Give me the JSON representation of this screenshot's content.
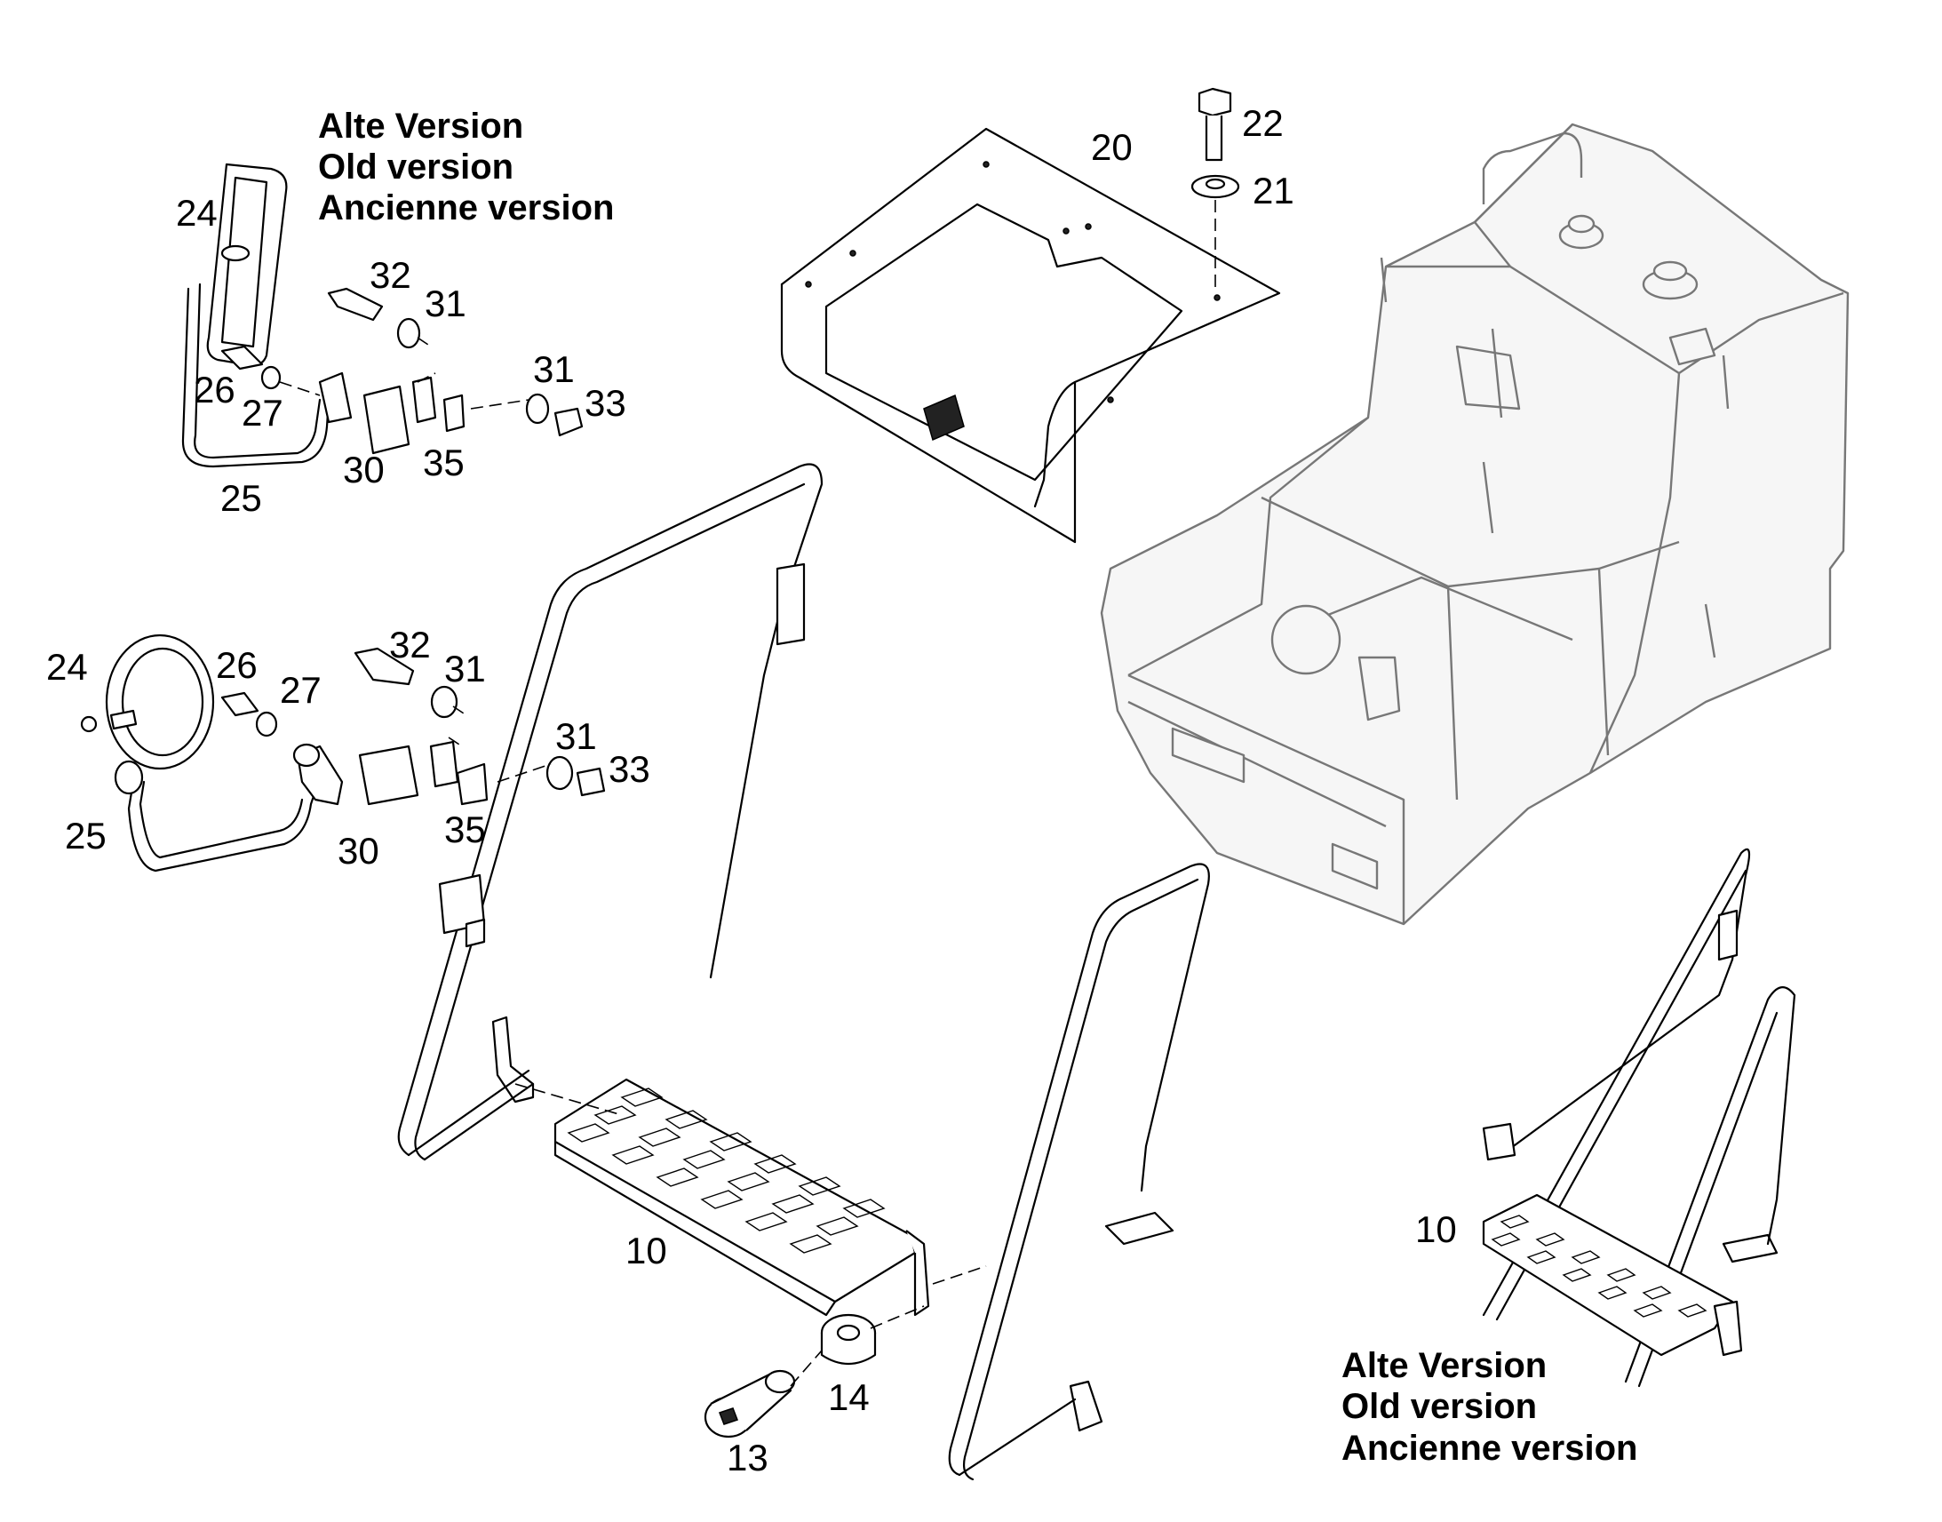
{
  "notes": {
    "old_version_top": [
      "Alte Version",
      "Old version",
      "Ancienne version"
    ],
    "old_version_bottom": [
      "Alte Version",
      "Old version",
      "Ancienne version"
    ]
  },
  "callouts": {
    "c10a": "10",
    "c10b": "10",
    "c13": "13",
    "c14": "14",
    "c20": "20",
    "c21": "21",
    "c22": "22",
    "c24a": "24",
    "c25a": "25",
    "c26a": "26",
    "c27a": "27",
    "c30a": "30",
    "c31a": "31",
    "c31b": "31",
    "c32a": "32",
    "c33a": "33",
    "c35a": "35",
    "c24b": "24",
    "c25b": "25",
    "c26b": "26",
    "c27b": "27",
    "c30b": "30",
    "c31c": "31",
    "c31d": "31",
    "c32b": "32",
    "c33b": "33",
    "c35b": "35"
  }
}
